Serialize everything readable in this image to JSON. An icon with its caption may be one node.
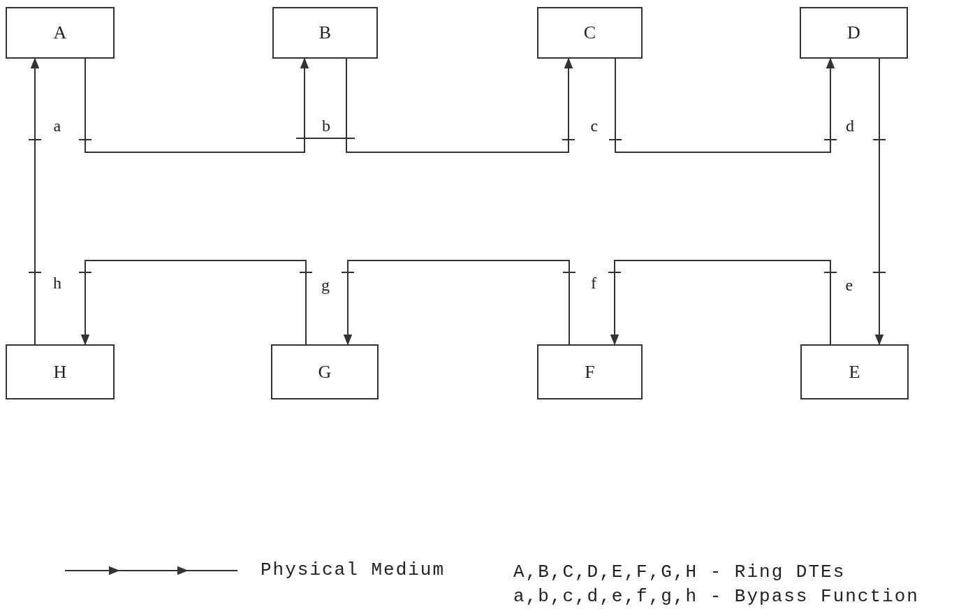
{
  "diagram": {
    "nodes": [
      {
        "text": [
          "A"
        ],
        "beside": [
          "a"
        ]
      },
      {
        "text": [
          "B"
        ],
        "beside": [
          "b"
        ]
      },
      {
        "text": [
          "C"
        ],
        "beside": [
          "c"
        ]
      },
      {
        "text": [
          "D"
        ],
        "beside": [
          "d"
        ]
      },
      {
        "text": [
          "E"
        ],
        "beside": [
          "e"
        ]
      },
      {
        "text": [
          "F"
        ],
        "beside": [
          "f"
        ]
      },
      {
        "text": [
          "G"
        ],
        "beside": [
          "g"
        ]
      },
      {
        "text": [
          "H"
        ],
        "beside": [
          "h"
        ]
      }
    ],
    "edges": [
      {
        "from": 0,
        "to": 1,
        "arrow": "to"
      },
      {
        "from": 1,
        "to": 2,
        "arrow": "to"
      },
      {
        "from": 2,
        "to": 3,
        "arrow": "to"
      },
      {
        "from": 3,
        "to": 4,
        "arrow": "to"
      },
      {
        "from": 4,
        "to": 5,
        "arrow": "to"
      },
      {
        "from": 5,
        "to": 6,
        "arrow": "to"
      },
      {
        "from": 6,
        "to": 7,
        "arrow": "to"
      },
      {
        "from": 7,
        "to": 0,
        "arrow": "to"
      }
    ],
    "labels": [
      "A,B,C,D,E,F,G,H - Ring DTEs",
      "a,b,c,d,e,f,g,h - Bypass Function"
    ],
    "legend": [
      {
        "text": "Physical Medium"
      }
    ]
  }
}
